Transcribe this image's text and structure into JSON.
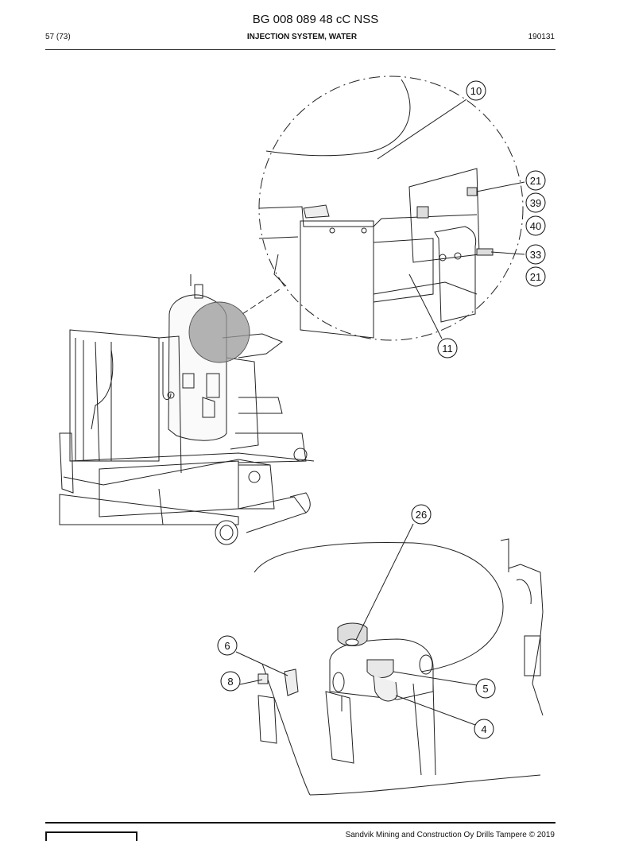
{
  "header": {
    "doc_title": "BG 008 089 48 cC NSS",
    "page_number": "57 (73)",
    "section_title": "INJECTION SYSTEM, WATER",
    "date_code": "190131"
  },
  "callouts": {
    "detail_top": [
      "10",
      "21",
      "39",
      "40",
      "33",
      "21",
      "11"
    ],
    "detail_bottom": [
      "26",
      "6",
      "8",
      "5",
      "4"
    ]
  },
  "footer": {
    "copyright": "Sandvik Mining and Construction Oy Drills Tampere © 2019"
  }
}
